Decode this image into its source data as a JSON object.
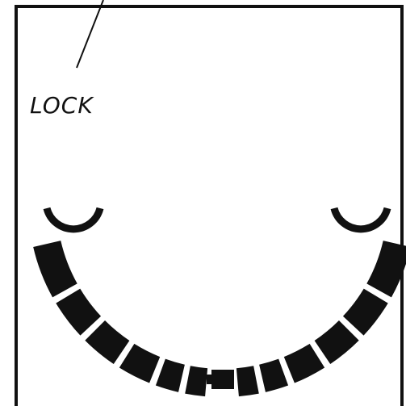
{
  "display": {
    "lock_label": "LOCK"
  },
  "indicator": {
    "segment_count": 12,
    "center_marker": "center-marker"
  },
  "colors": {
    "ink": "#111111",
    "background": "#ffffff"
  }
}
